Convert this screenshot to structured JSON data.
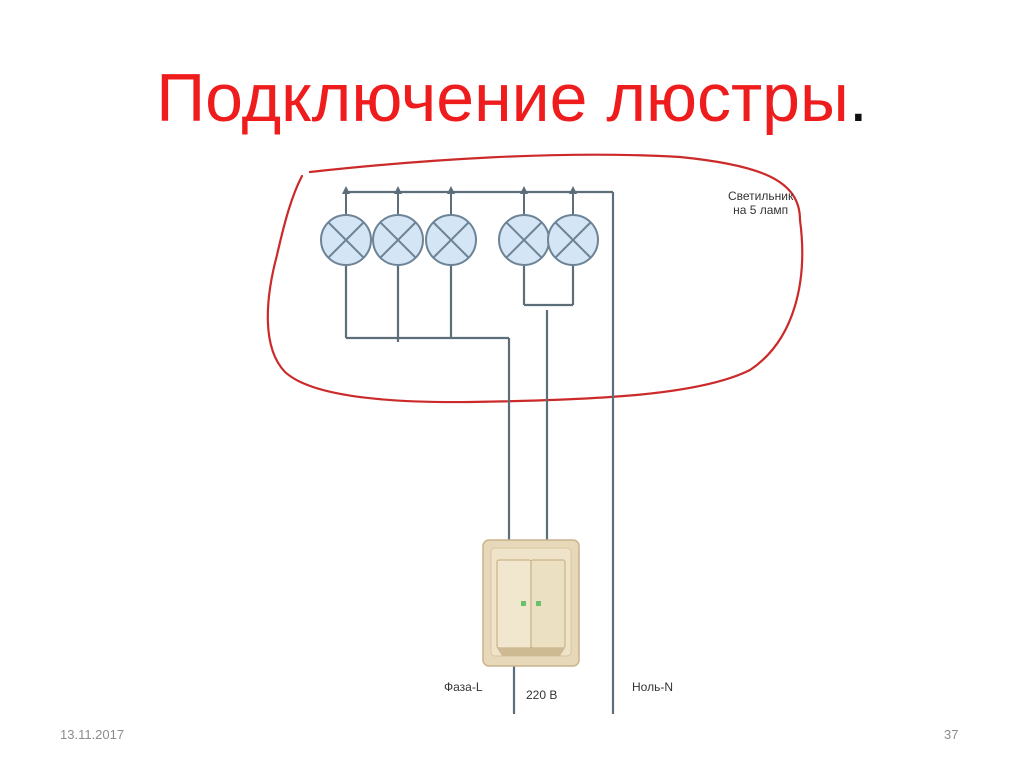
{
  "slide": {
    "title": "Подключение люстры",
    "title_dot": "."
  },
  "diagram": {
    "fixture_label_line1": "Светильник",
    "fixture_label_line2": "на 5 ламп",
    "phase_label": "Фаза-L",
    "voltage_label": "220 В",
    "neutral_label": "Ноль-N",
    "lamp_count": 5
  },
  "footer": {
    "date": "13.11.2017",
    "page_number": "37"
  },
  "colors": {
    "title": "#ee1c1c",
    "outline": "#cc2a2a",
    "wire": "#5c6e7a",
    "lamp_fill": "#d4e6f5",
    "lamp_stroke": "#6d8396",
    "switch_plate": "#e3d4b2",
    "switch_indicator": "#6ac26a"
  }
}
